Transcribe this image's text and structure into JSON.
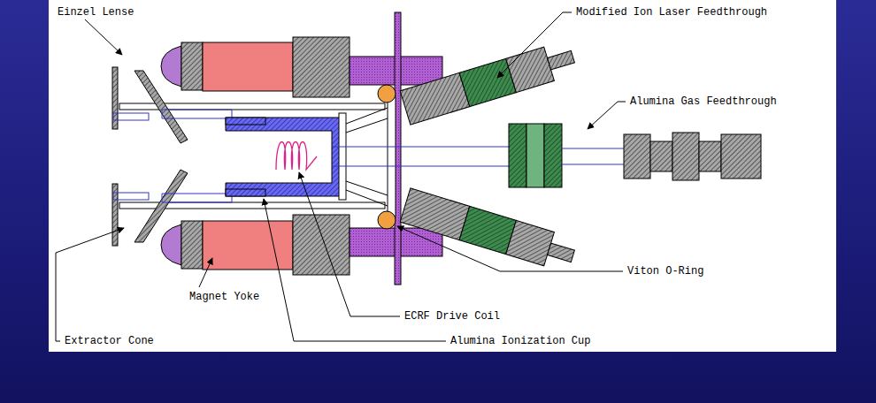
{
  "diagram": {
    "labels": [
      "Einzel Lense",
      "Modified Ion Laser Feedthrough",
      "Alumina Gas Feedthrough",
      "Viton O-Ring",
      "Magnet Yoke",
      "ECRF Drive Coil",
      "Extractor Cone",
      "Alumina Ionization Cup"
    ]
  }
}
